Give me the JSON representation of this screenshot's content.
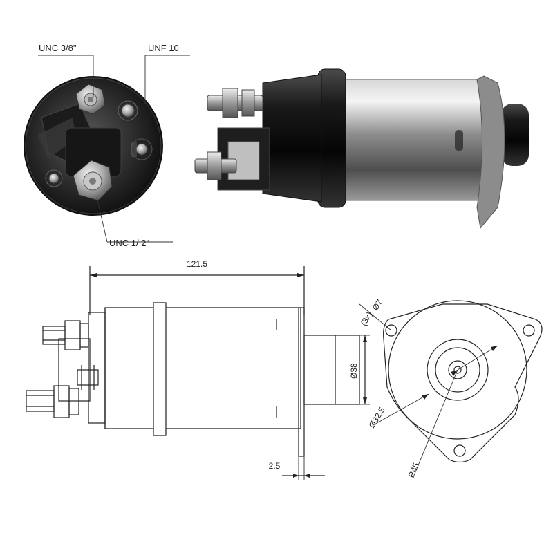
{
  "callouts": {
    "unc_3_8": "UNC 3/8\"",
    "unf_10": "UNF 10",
    "unc_1_2": "UNC 1/ 2\""
  },
  "dimensions": {
    "length": "121.5",
    "flange_thickness": "2.5",
    "plunger_diameter": "Ø38",
    "boss_diameter": "Ø32.5",
    "hole_diameter": "Ø7",
    "hole_count": "(3x)",
    "radius": "R45"
  }
}
